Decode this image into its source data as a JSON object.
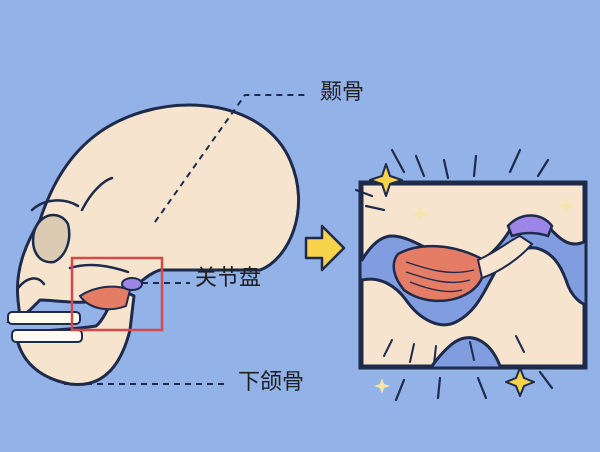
{
  "labels": {
    "temporal_bone": "颞骨",
    "articular_disc": "关节盘",
    "mandible": "下颌骨"
  },
  "colors": {
    "background": "#93b2e8",
    "bone": "#f6e4cf",
    "outline": "#1e2a4a",
    "highlight_box": "#d84848",
    "disc": "#9d85e8",
    "muscle": "#e57d66",
    "arrow": "#f6d34a",
    "joint_shadow": "#7f9ddf",
    "sparkle": "#f6d34a"
  },
  "icons": {
    "arrow": "right-arrow-icon",
    "sparkle": "sparkle-icon"
  }
}
